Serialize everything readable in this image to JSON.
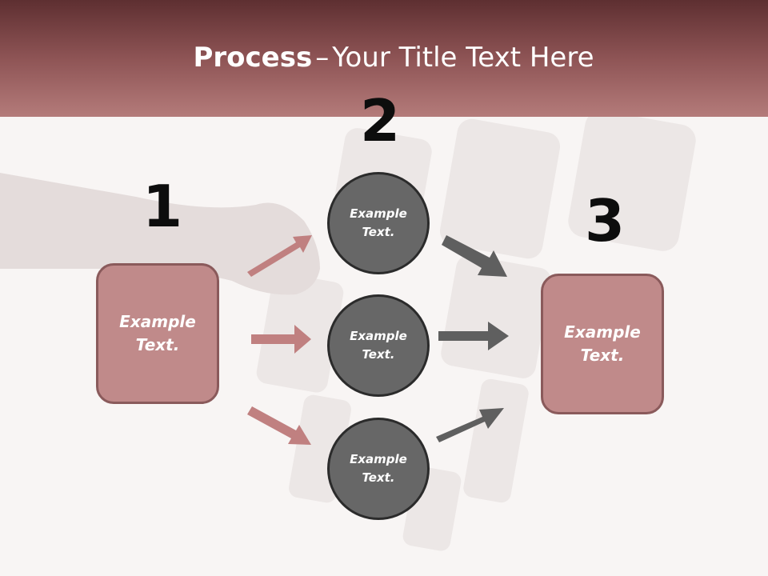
{
  "header": {
    "title_bold": "Process",
    "title_dash": "–",
    "title_rest": "Your Title Text Here"
  },
  "steps": {
    "step1": {
      "number": "1",
      "text": "Example Text."
    },
    "step2": {
      "number": "2",
      "items": [
        {
          "text": "Example Text."
        },
        {
          "text": "Example Text."
        },
        {
          "text": "Example Text."
        }
      ]
    },
    "step3": {
      "number": "3",
      "text": "Example Text."
    }
  },
  "colors": {
    "header_top": "#5e2f31",
    "header_bottom": "#b47b7a",
    "box_fill": "#c08a8a",
    "circle_fill": "#676767",
    "arrow_left": "#c08080",
    "arrow_right": "#5f5f5f"
  }
}
